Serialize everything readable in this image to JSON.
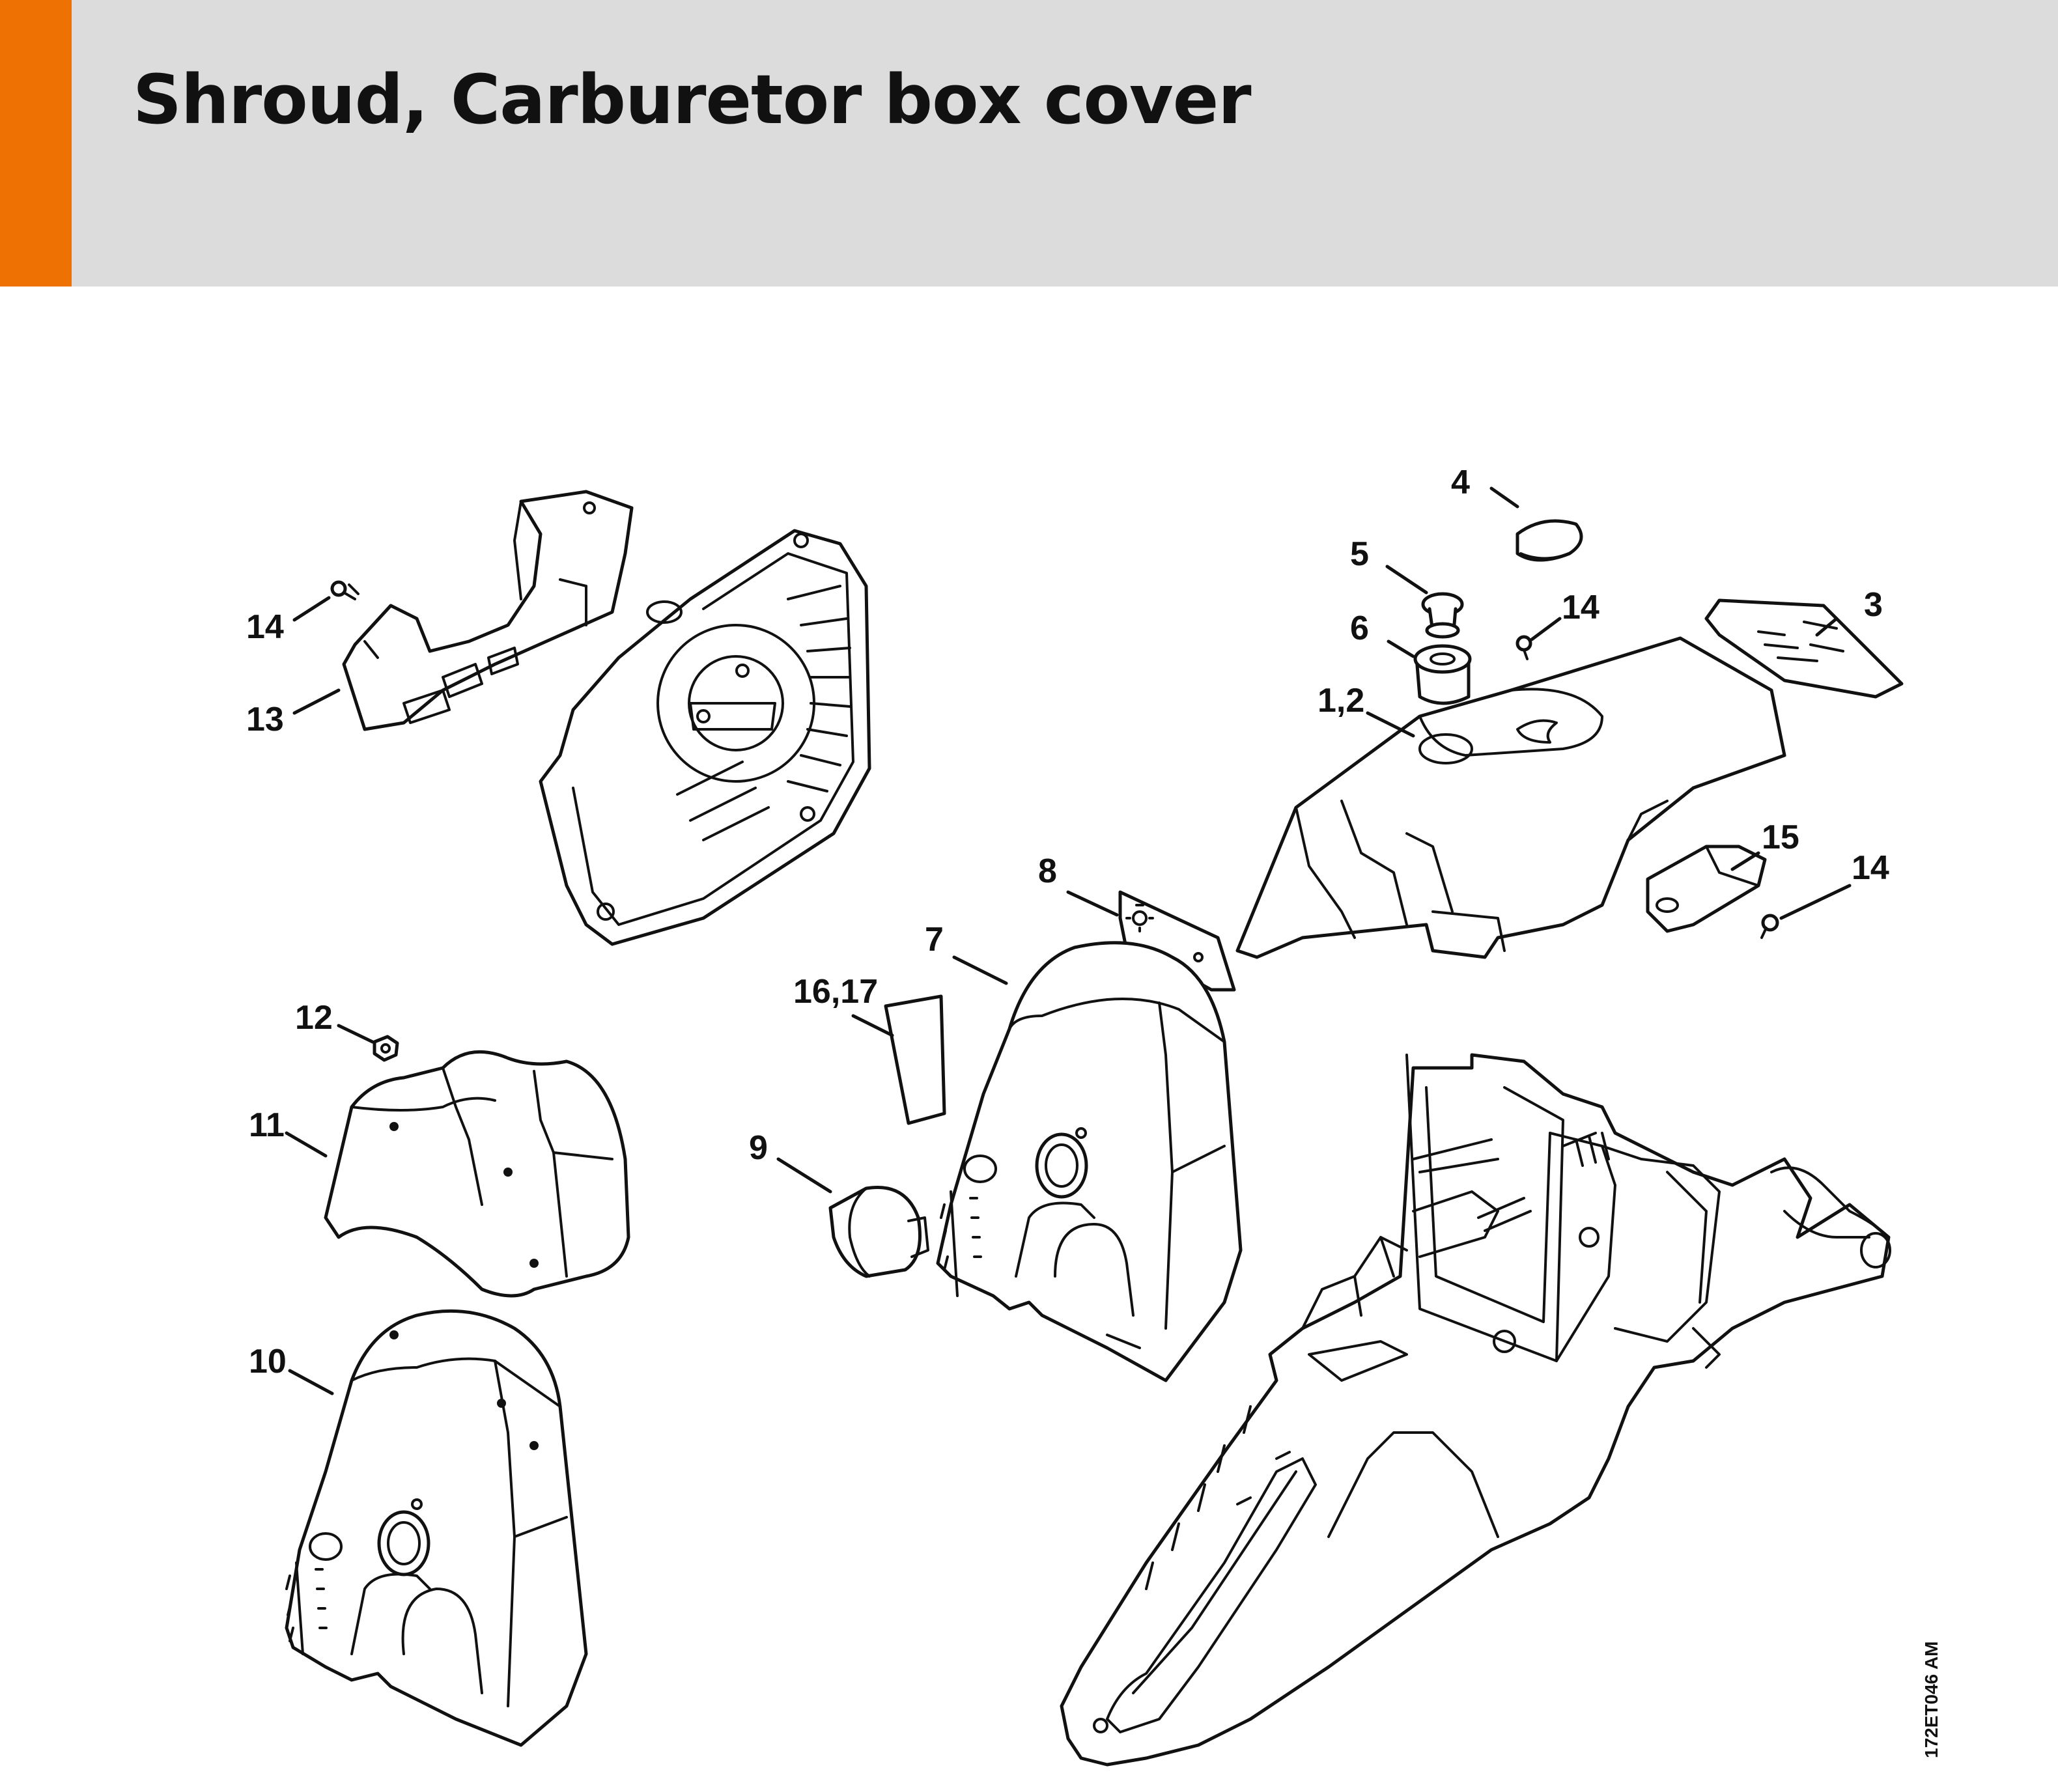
{
  "title": "Shroud, Carburetor box cover",
  "colors": {
    "accent": "#ee7203",
    "header_bg": "#dbdcdb",
    "line": "#111111"
  },
  "callouts": {
    "c4": "4",
    "c5": "5",
    "c6": "6",
    "c14a": "14",
    "c3": "3",
    "c12t": "1,2",
    "c15": "15",
    "c14b": "14",
    "c8": "8",
    "c7": "7",
    "c1617": "16,17",
    "c9": "9",
    "c14c": "14",
    "c13": "13",
    "c12": "12",
    "c11": "11",
    "c10": "10"
  },
  "drawing_ref": "172ET046 AM"
}
